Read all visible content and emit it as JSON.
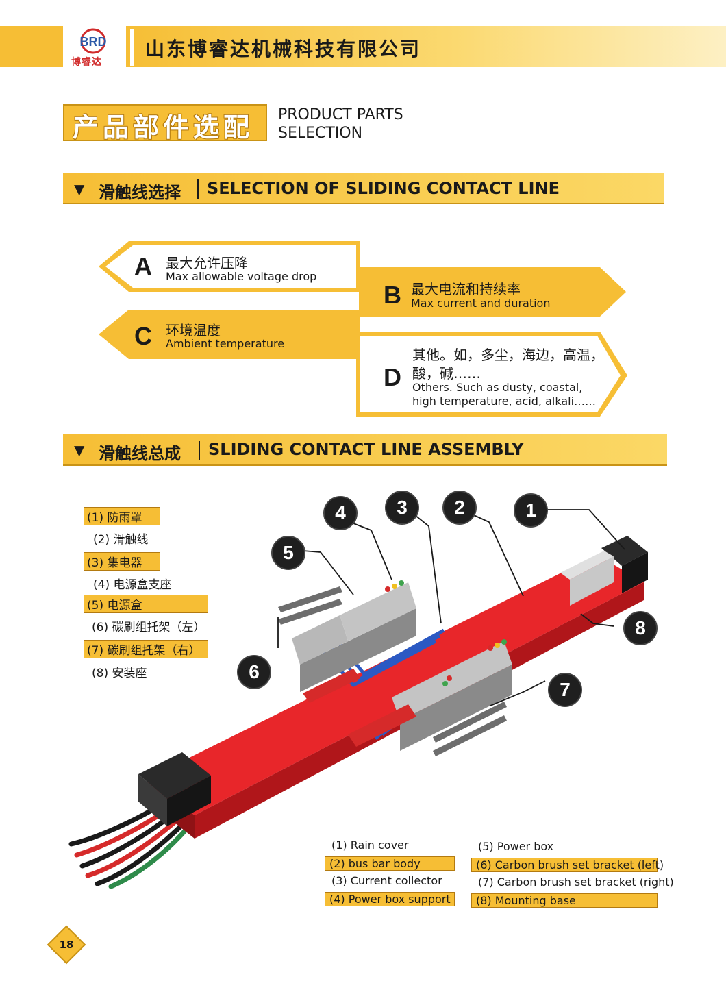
{
  "header": {
    "logo_text": "博睿达",
    "company": "山东博睿达机械科技有限公司"
  },
  "title": {
    "cn": "产品部件选配",
    "en_line1": "PRODUCT PARTS",
    "en_line2": "SELECTION"
  },
  "section1": {
    "cn": "滑触线选择",
    "en": "SELECTION OF SLIDING CONTACT LINE"
  },
  "factors": [
    {
      "letter": "A",
      "cn": "最大允许压降",
      "en": "Max allowable voltage drop"
    },
    {
      "letter": "B",
      "cn": "最大电流和持续率",
      "en": "Max current and duration"
    },
    {
      "letter": "C",
      "cn": "环境温度",
      "en": "Ambient temperature"
    },
    {
      "letter": "D",
      "cn_line1": "其他。如，多尘，海边，高温，",
      "cn_line2": "酸，碱……",
      "en_line1": "Others. Such as dusty, coastal,",
      "en_line2": "high temperature, acid, alkali……"
    }
  ],
  "section2": {
    "cn": "滑触线总成",
    "en": "SLIDING CONTACT LINE ASSEMBLY"
  },
  "legend_cn": [
    "(1) 防雨罩",
    "(2) 滑触线",
    "(3) 集电器",
    "(4) 电源盒支座",
    "(5) 电源盒",
    "(6) 碳刷组托架（左）",
    "(7) 碳刷组托架（右）",
    "(8) 安装座"
  ],
  "legend_en": [
    "(1) Rain cover",
    "(2) bus bar body",
    "(3) Current collector",
    "(4) Power box support",
    "(5) Power box",
    "(6) Carbon brush set bracket (left)",
    "(7) Carbon brush set bracket (right)",
    "(8) Mounting base"
  ],
  "callouts": [
    "1",
    "2",
    "3",
    "4",
    "5",
    "6",
    "7",
    "8"
  ],
  "page_number": "18",
  "colors": {
    "accent": "#f6be35",
    "busbar_red": "#e8262a",
    "dark": "#1f1f1f"
  }
}
